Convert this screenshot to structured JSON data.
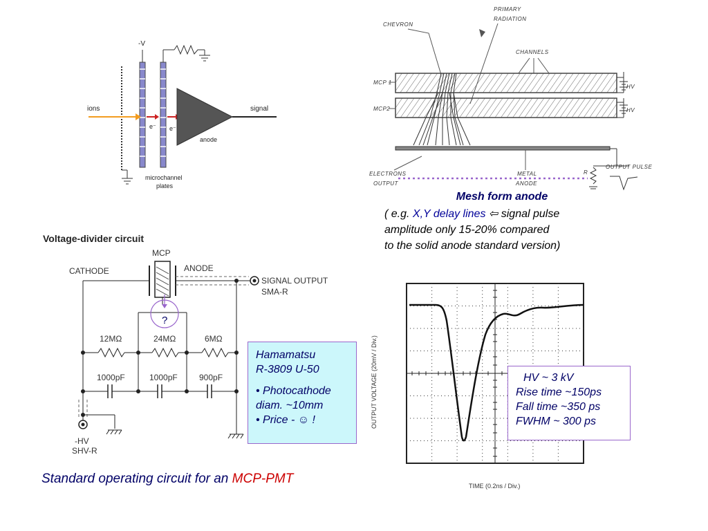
{
  "mcp_schematic": {
    "minus_v": "-V",
    "ions": "ions",
    "e1": "e⁻",
    "e2": "e⁻",
    "signal": "signal",
    "anode": "anode",
    "microchannel": "microchannel",
    "plates": "plates"
  },
  "chevron_diagram": {
    "primary": "PRIMARY",
    "radiation": "RADIATION",
    "chevron": "CHEVRON",
    "channels": "CHANNELS",
    "mcp1": "MCP 1",
    "mcp2": "MCP2",
    "hv1": "HV",
    "hv2": "HV",
    "electrons": "ELECTRONS",
    "output": "OUTPUT",
    "metal": "METAL",
    "anode": "ANODE",
    "output_pulse": "OUTPUT PULSE",
    "r": "R"
  },
  "mesh": {
    "title": "Mesh form anode",
    "line1_pre": "( e.g. ",
    "line1_blue": "X,Y delay lines",
    "line1_arrow": " ⇦ ",
    "line1_post": "signal pulse",
    "line2": "amplitude  only 15-20% compared",
    "line3": "to the solid anode standard version)"
  },
  "circuit": {
    "title": "Voltage-divider circuit",
    "mcp": "MCP",
    "cathode": "CATHODE",
    "anode": "ANODE",
    "signal_output": "SIGNAL OUTPUT",
    "sma": "SMA-R",
    "question": "?",
    "r1": "12MΩ",
    "r2": "24MΩ",
    "r3": "6MΩ",
    "c1": "1000pF",
    "c2": "1000pF",
    "c3": "900pF",
    "hv": "-HV",
    "shv": "SHV-R"
  },
  "hamamatsu_box": {
    "line1": "Hamamatsu",
    "line2": "R-3809 U-50",
    "bullet1a": "• Photocathode",
    "bullet1b": "diam. ~10mm",
    "bullet2": "• Price - ☺ !"
  },
  "scope": {
    "ylabel": "OUTPUT VOLTAGE (20mV / Div.)",
    "xlabel": "TIME (0.2ns / Div.)"
  },
  "spec_box": {
    "line1": "HV ~ 3 kV",
    "line2": "Rise time ~150ps",
    "line3": "Fall time ~350 ps",
    "line4": "FWHM ~ 300 ps"
  },
  "caption": {
    "pre": "Standard operating circuit for an ",
    "red": "MCP-PMT"
  },
  "colors": {
    "title_blue": "#000066",
    "accent_red": "#cc0000",
    "box_fill": "#ccf7fb",
    "box_border": "#9966cc",
    "mcp_plate": "#8888cc"
  }
}
